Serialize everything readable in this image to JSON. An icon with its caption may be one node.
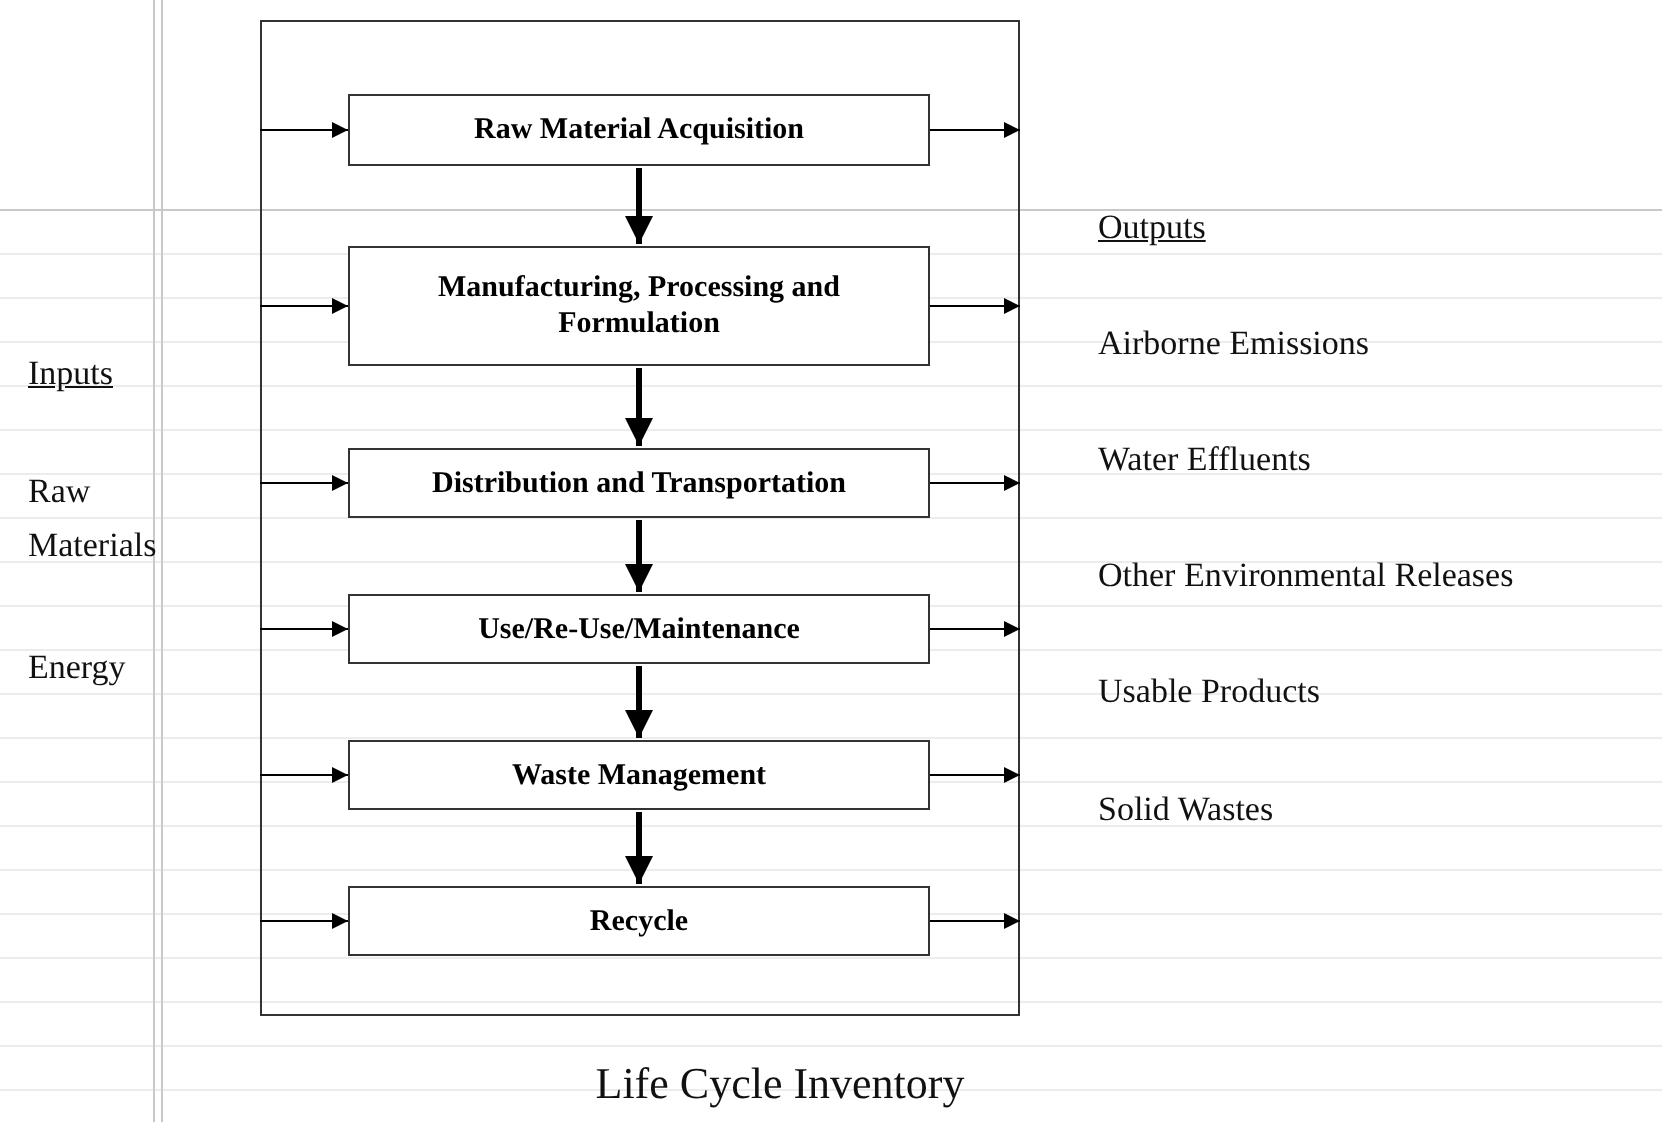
{
  "diagram": {
    "caption": "Life Cycle Inventory",
    "nodes": [
      {
        "text": [],
        "shape": "box"
      },
      {
        "text": [
          "Raw Material Acquisition"
        ],
        "in": 0
      },
      {
        "text": [
          "Manufacturing, Processing and Formulation"
        ],
        "in": 0
      },
      {
        "text": [
          "Distribution and Transportation"
        ],
        "in": 0
      },
      {
        "text": [
          "Use/Re-Use/Maintenance"
        ],
        "in": 0
      },
      {
        "text": [
          "Waste Management"
        ],
        "in": 0
      },
      {
        "text": [
          "Recycle"
        ],
        "in": 0
      }
    ],
    "edges": [
      {
        "from": 0,
        "to": 1,
        "arrow": "to"
      },
      {
        "from": 0,
        "to": 2,
        "arrow": "to"
      },
      {
        "from": 0,
        "to": 3,
        "arrow": "to"
      },
      {
        "from": 0,
        "to": 4,
        "arrow": "to"
      },
      {
        "from": 0,
        "to": 5,
        "arrow": "to"
      },
      {
        "from": 0,
        "to": 6,
        "arrow": "to"
      },
      {
        "from": 1,
        "to": 0,
        "arrow": "to"
      },
      {
        "from": 2,
        "to": 0,
        "arrow": "to"
      },
      {
        "from": 3,
        "to": 0,
        "arrow": "to"
      },
      {
        "from": 4,
        "to": 0,
        "arrow": "to"
      },
      {
        "from": 5,
        "to": 0,
        "arrow": "to"
      },
      {
        "from": 6,
        "to": 0,
        "arrow": "to"
      },
      {
        "from": 1,
        "to": 2,
        "arrow": "to",
        "style": "thick"
      },
      {
        "from": 2,
        "to": 3,
        "arrow": "to",
        "style": "thick"
      },
      {
        "from": 3,
        "to": 4,
        "arrow": "to",
        "style": "thick"
      },
      {
        "from": 4,
        "to": 5,
        "arrow": "to",
        "style": "thick"
      },
      {
        "from": 5,
        "to": 6,
        "arrow": "to",
        "style": "thick"
      }
    ],
    "labels": [
      "Inputs",
      "Raw Materials",
      "Energy",
      "Outputs",
      "Airborne Emissions",
      "Water Effluents",
      "Other Environmental Releases",
      "Usable Products",
      "Solid Wastes"
    ]
  }
}
